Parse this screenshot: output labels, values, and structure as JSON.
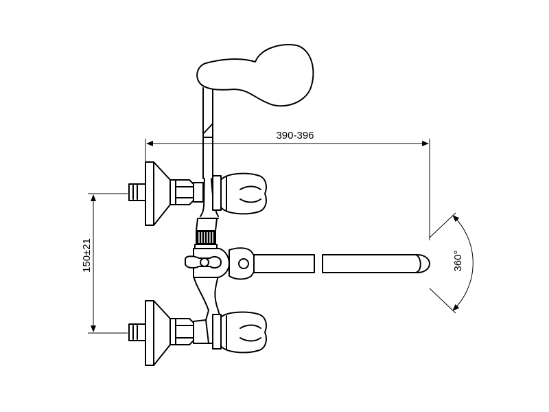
{
  "drawing": {
    "dimensions": {
      "width_label": "390-396",
      "height_label": "150±21",
      "rotation_label": "360°"
    }
  }
}
